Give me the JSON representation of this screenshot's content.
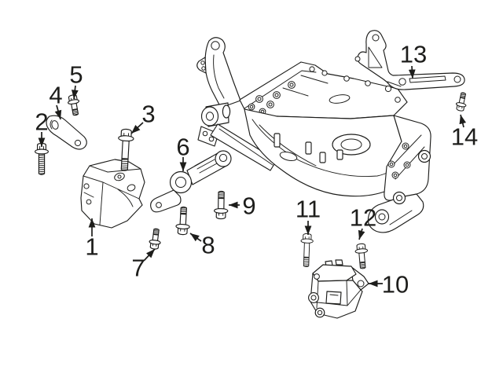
{
  "diagram": {
    "colors": {
      "line": "#1d1d1b",
      "background": "#ffffff"
    },
    "callouts": [
      {
        "label": "1"
      },
      {
        "label": "2"
      },
      {
        "label": "3"
      },
      {
        "label": "4"
      },
      {
        "label": "5"
      },
      {
        "label": "6"
      },
      {
        "label": "7"
      },
      {
        "label": "8"
      },
      {
        "label": "9"
      },
      {
        "label": "10"
      },
      {
        "label": "11"
      },
      {
        "label": "12"
      },
      {
        "label": "13"
      },
      {
        "label": "14"
      }
    ]
  }
}
